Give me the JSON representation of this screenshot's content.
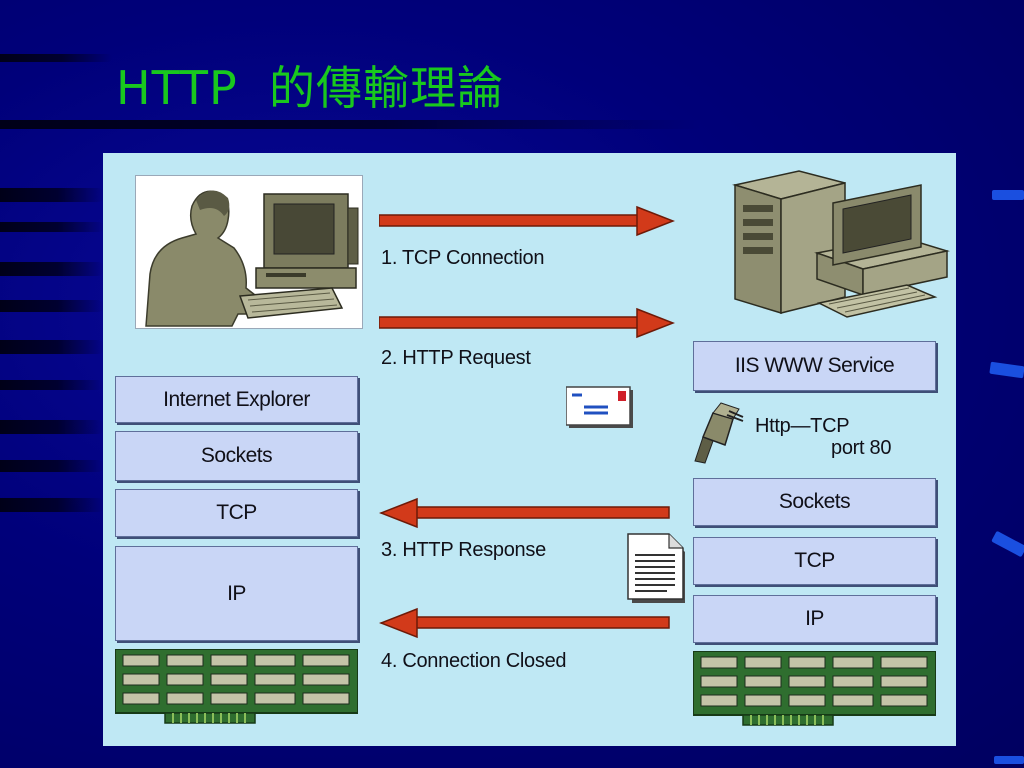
{
  "slide": {
    "title": "HTTP  的傳輸理論"
  },
  "client": {
    "layers": [
      "Internet Explorer",
      "Sockets",
      "TCP",
      "IP"
    ]
  },
  "server": {
    "service": "IIS WWW Service",
    "port_label_line1": "Http—TCP",
    "port_label_line2": "port 80",
    "layers": [
      "Sockets",
      "TCP",
      "IP"
    ]
  },
  "steps": [
    {
      "label": "1. TCP Connection",
      "direction": "to-server"
    },
    {
      "label": "2. HTTP Request",
      "direction": "to-server"
    },
    {
      "label": "3. HTTP Response",
      "direction": "to-client"
    },
    {
      "label": "4. Connection Closed",
      "direction": "to-client"
    }
  ],
  "icons": {
    "client_user": "person-at-computer-icon",
    "server_machine": "server-computer-icon",
    "request_message": "envelope-icon",
    "response_message": "document-icon",
    "port_connector": "network-plug-icon",
    "network_card": "network-card-icon"
  },
  "colors": {
    "title": "#19c81e",
    "background": "#00007a",
    "diagram_bg": "#bfe8f4",
    "layer_box": "#c9d6f6",
    "arrow": "#d23a1a",
    "card": "#2f6e2f"
  }
}
